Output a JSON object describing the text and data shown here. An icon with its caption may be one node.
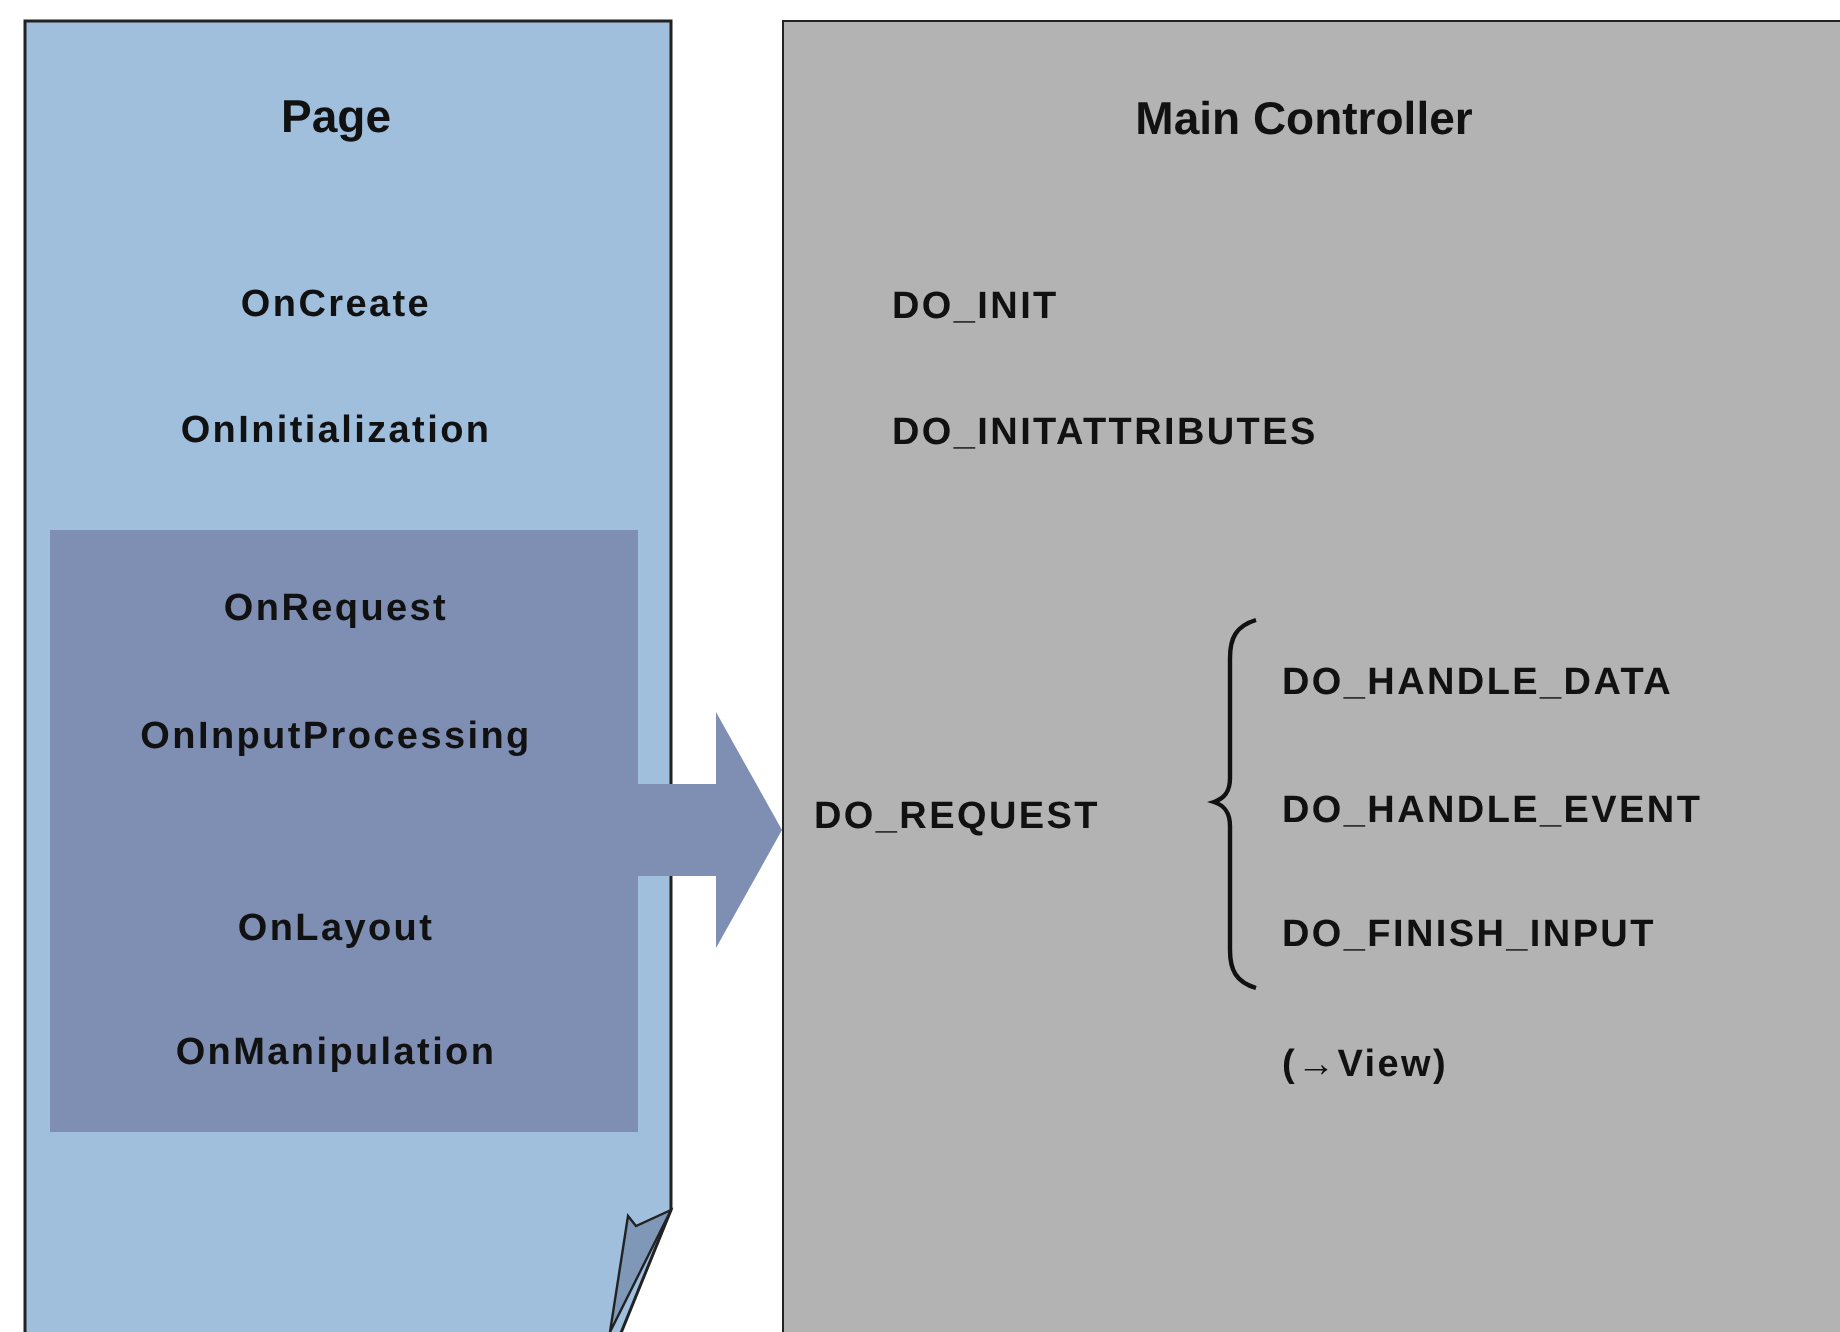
{
  "diagram": {
    "nodes": [
      {
        "text": [
          "Page",
          "OnCreate",
          "OnInitialization"
        ]
      },
      {
        "text": [
          "OnRequest",
          "OnInputProcessing",
          "OnLayout",
          "OnManipulation"
        ],
        "in": 0
      },
      {
        "text": [
          "Main Controller",
          "DO_INIT",
          "DO_INITATTRIBUTES",
          "DO_REQUEST",
          "DO_HANDLE_DATA",
          "DO_HANDLE_EVENT",
          "DO_FINISH_INPUT",
          "(→View)"
        ]
      }
    ],
    "edges": [
      {
        "from": 1,
        "to": 2,
        "arrow": "to",
        "color": "#7f8fb3"
      }
    ]
  }
}
